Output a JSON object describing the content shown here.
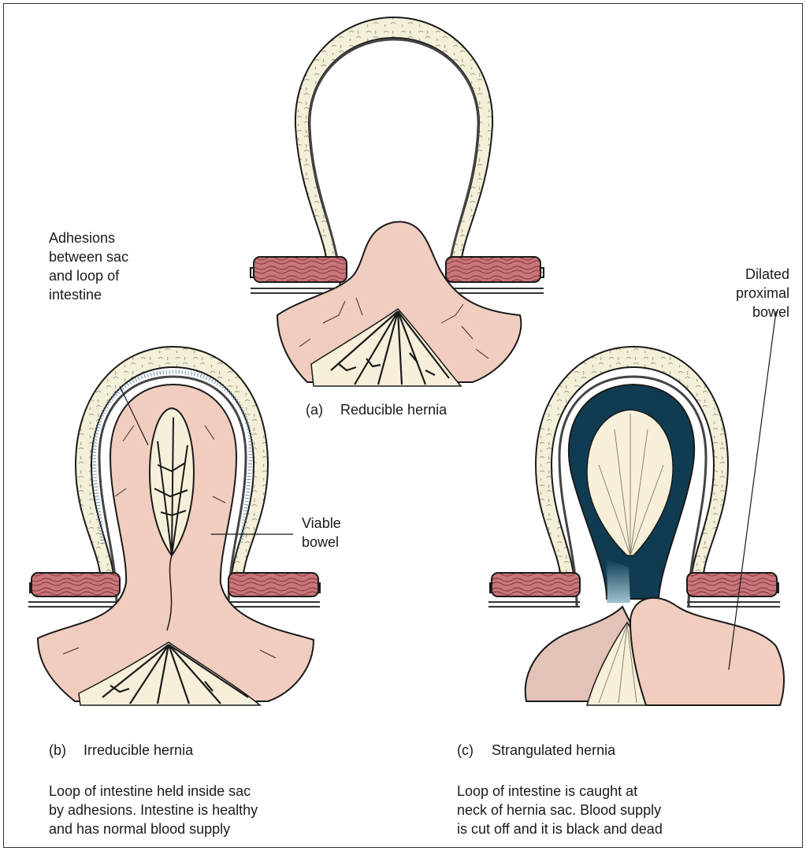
{
  "labels": {
    "adhesions": "Adhesions\nbetween sac\nand loop of\nintestine",
    "viable": "Viable\nbowel",
    "dilated": "Dilated\nproximal\nbowel"
  },
  "panels": {
    "a": {
      "letter": "(a)",
      "title": "Reducible hernia"
    },
    "b": {
      "letter": "(b)",
      "title": "Irreducible hernia",
      "desc": "Loop of intestine held inside sac\nby adhesions. Intestine is healthy\nand has normal blood supply"
    },
    "c": {
      "letter": "(c)",
      "title": "Strangulated hernia",
      "desc": "Loop of intestine is caught at\nneck of hernia sac. Blood supply\nis cut off and it is black and dead"
    }
  },
  "colors": {
    "fat": "#f4efd8",
    "muscle": "#c9757a",
    "bowel": "#f1cdbf",
    "bowel_dark": "#e3bfb2",
    "dead_bowel": "#0f3c52",
    "mesentery": "#f6f0da",
    "outline": "#1a1a1a"
  }
}
